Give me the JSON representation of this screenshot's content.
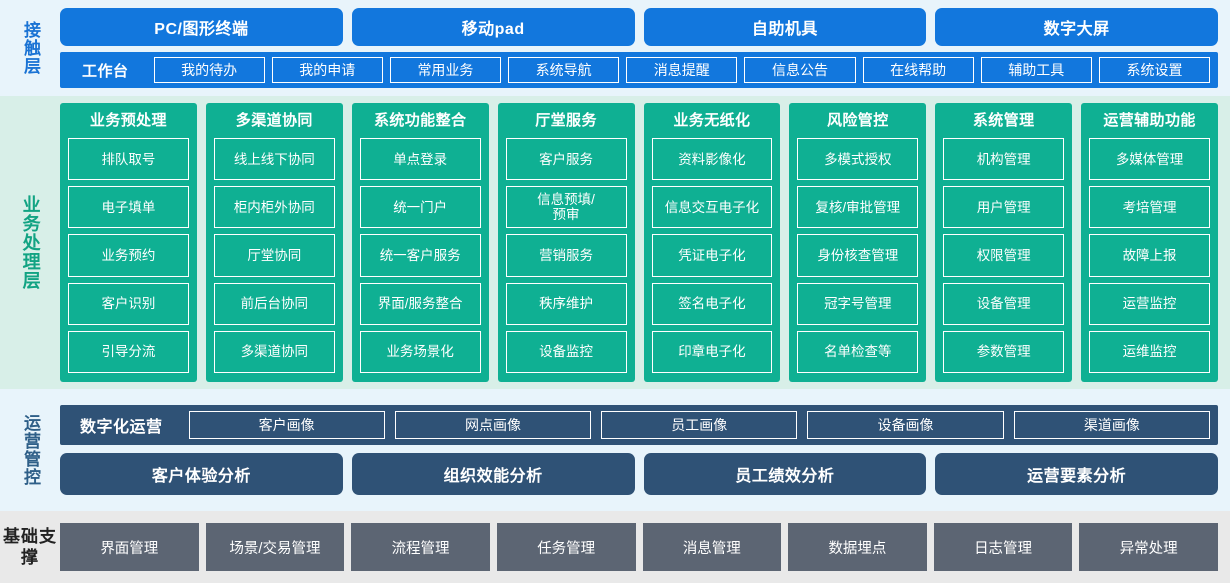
{
  "layers": {
    "contact": {
      "label": "接触层",
      "channels": [
        "PC/图形终端",
        "移动pad",
        "自助机具",
        "数字大屏"
      ],
      "workbench_title": "工作台",
      "workbench_items": [
        "我的待办",
        "我的申请",
        "常用业务",
        "系统导航",
        "消息提醒",
        "信息公告",
        "在线帮助",
        "辅助工具",
        "系统设置"
      ],
      "accent": "#1277dd",
      "background": "#e8f4fb"
    },
    "business": {
      "label": "业务处理层",
      "accent": "#0fb093",
      "background": "#d8efe8",
      "columns": [
        {
          "title": "业务预处理",
          "items": [
            "排队取号",
            "电子填单",
            "业务预约",
            "客户识别",
            "引导分流"
          ]
        },
        {
          "title": "多渠道协同",
          "items": [
            "线上线下协同",
            "柜内柜外协同",
            "厅堂协同",
            "前后台协同",
            "多渠道协同"
          ]
        },
        {
          "title": "系统功能整合",
          "items": [
            "单点登录",
            "统一门户",
            "统一客户服务",
            "界面/服务整合",
            "业务场景化"
          ]
        },
        {
          "title": "厅堂服务",
          "items": [
            "客户服务",
            "信息预填/\n预审",
            "营销服务",
            "秩序维护",
            "设备监控"
          ]
        },
        {
          "title": "业务无纸化",
          "items": [
            "资料影像化",
            "信息交互电子化",
            "凭证电子化",
            "签名电子化",
            "印章电子化"
          ]
        },
        {
          "title": "风险管控",
          "items": [
            "多模式授权",
            "复核/审批管理",
            "身份核查管理",
            "冠字号管理",
            "名单检查等"
          ]
        },
        {
          "title": "系统管理",
          "items": [
            "机构管理",
            "用户管理",
            "权限管理",
            "设备管理",
            "参数管理"
          ]
        },
        {
          "title": "运营辅助功能",
          "items": [
            "多媒体管理",
            "考培管理",
            "故障上报",
            "运营监控",
            "运维监控"
          ]
        }
      ]
    },
    "operations": {
      "label": "运营管控",
      "accent": "#2f5276",
      "background": "#e8f4fb",
      "portrait_title": "数字化运营",
      "portrait_items": [
        "客户画像",
        "网点画像",
        "员工画像",
        "设备画像",
        "渠道画像"
      ],
      "analysis_items": [
        "客户体验分析",
        "组织效能分析",
        "员工绩效分析",
        "运营要素分析"
      ]
    },
    "foundation": {
      "label": "基础支撑",
      "accent": "#5c6573",
      "background": "#e9e9e9",
      "items": [
        "界面管理",
        "场景/交易管理",
        "流程管理",
        "任务管理",
        "消息管理",
        "数据埋点",
        "日志管理",
        "异常处理"
      ]
    }
  }
}
